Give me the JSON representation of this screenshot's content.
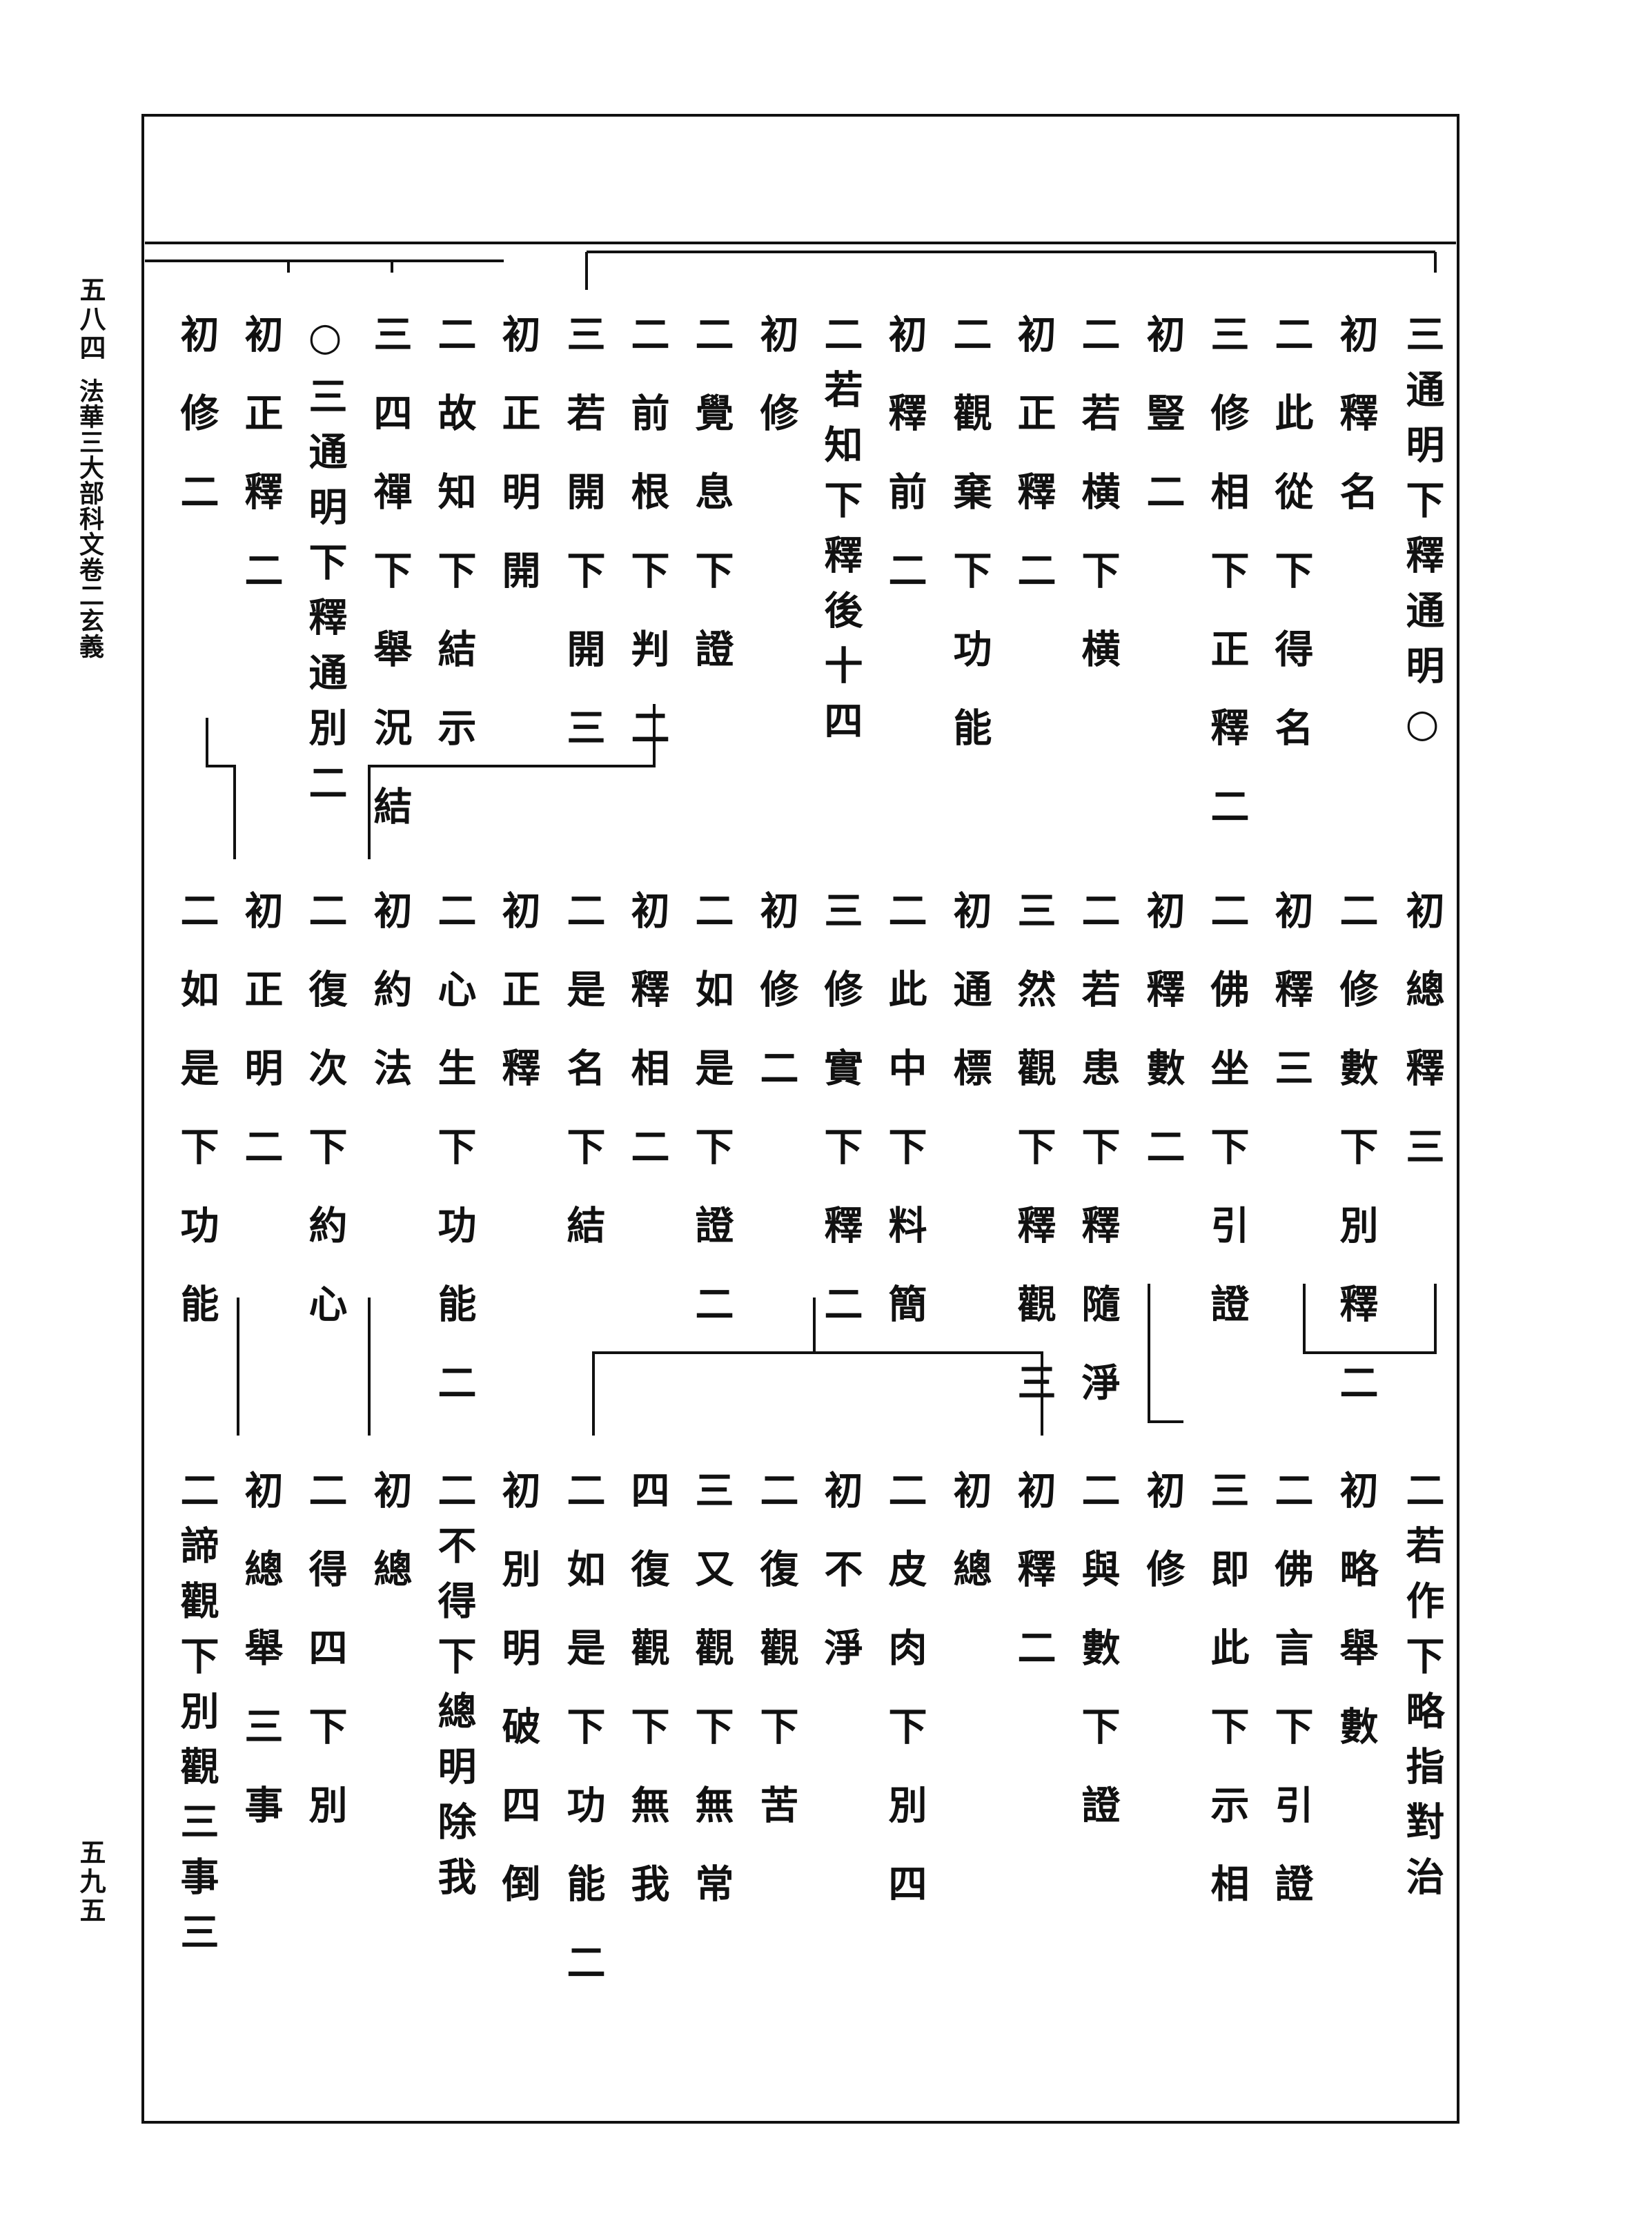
{
  "margin": {
    "header": "五八四",
    "book_title": "法華三大部科文卷二玄義",
    "page_number": "五九五"
  },
  "tiers": [
    {
      "nodes": [
        "三通明下釋通明○",
        "初釋名",
        "二此從下得名",
        "三修相下正釋二",
        "初豎二",
        "二若横下横",
        "初正釋二",
        "二觀棄下功能",
        "初釋前二",
        "二若知下釋後十四",
        "初修",
        "二覺息下證",
        "二前根下判二",
        "三若開下開三",
        "初正明開",
        "二故知下結示",
        "三四禪下舉況結",
        "○三通明下釋通別二",
        "初正釋二",
        "初修二"
      ]
    },
    {
      "nodes": [
        "初總釋三",
        "二修數下別釋二",
        "初釋三",
        "二佛坐下引證",
        "初釋數二",
        "二若患下釋隨淨",
        "三然觀下釋觀三",
        "初通標",
        "二此中下料簡",
        "三修實下釋二",
        "初修二",
        "二如是下證二",
        "初釋相二",
        "二是名下結",
        "初正釋",
        "二心生下功能二",
        "初約法",
        "二復次下約心",
        "初正明二",
        "二如是下功能"
      ]
    },
    {
      "nodes": [
        "二若作下略指對治",
        "初略舉數",
        "二佛言下引證",
        "三即此下示相",
        "初修",
        "二與數下證",
        "初釋二",
        "初總",
        "二皮肉下別四",
        "初不淨",
        "二復觀下苦",
        "三又觀下無常",
        "四復觀下無我",
        "二如是下功能二",
        "初別明破四倒",
        "二不得下總明除我",
        "初總",
        "二得四下別",
        "初總舉三事",
        "二諦觀下別觀三事三"
      ]
    }
  ]
}
